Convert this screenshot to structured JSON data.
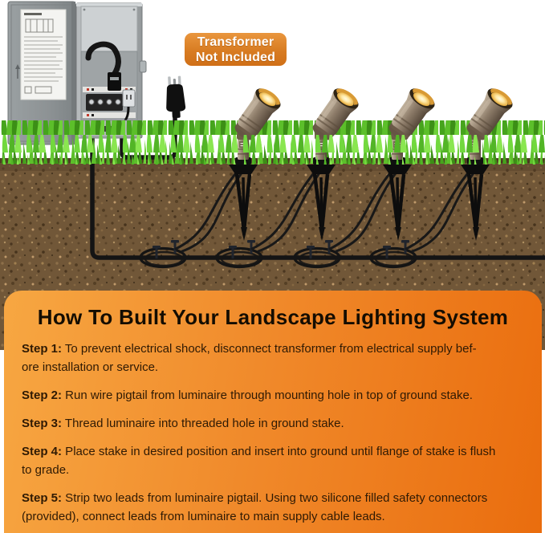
{
  "badge": {
    "text": "Transformer\nNot Included"
  },
  "panel": {
    "heading": "How To Built Your Landscape Lighting System",
    "steps": [
      {
        "label": "Step 1:",
        "text": " To prevent electrical shock, disconnect transformer from electrical supply bef-\nore installation or service."
      },
      {
        "label": "Step 2:",
        "text": " Run wire pigtail from luminaire through mounting hole in top of ground stake."
      },
      {
        "label": "Step 3:",
        "text": " Thread luminaire into threaded hole in ground stake."
      },
      {
        "label": "Step 4:",
        "text": " Place stake in desired position and insert into ground until flange of stake is flush\nto grade."
      },
      {
        "label": "Step 5:",
        "text": " Strip two leads from luminaire pigtail. Using two silicone filled safety connectors\n(provided), connect leads from luminaire to main supply cable leads."
      }
    ]
  },
  "colors": {
    "panel_orange_light": "#f7a742",
    "panel_orange_dark": "#ea6d0e",
    "badge_orange": "#d87c22",
    "text_dark": "#2f1a04",
    "grass_green": "#5cbf2a",
    "soil_brown": "#715738",
    "fixture_bronze": "#8e7d6a",
    "wire_black": "#141414"
  },
  "icons": {
    "transformer": "transformer-box",
    "plug": "power-plug-icon",
    "spotlight": "spotlight-fixture",
    "stake": "ground-stake",
    "wire_loop": "wire-loop",
    "connector": "safety-connector"
  }
}
